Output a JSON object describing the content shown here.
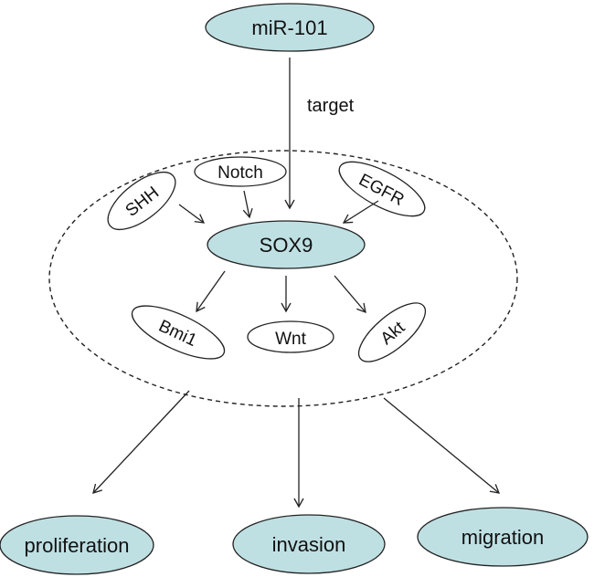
{
  "diagram": {
    "title": "",
    "colors": {
      "node_fill": "#bfe0e3",
      "stroke": "#222222",
      "background": "#ffffff"
    },
    "top_node": {
      "label": "miR-101"
    },
    "target_edge_label": "target",
    "cluster": {
      "style": "dashed",
      "center_node": {
        "label": "SOX9"
      },
      "upstream": [
        {
          "label": "SHH"
        },
        {
          "label": "Notch"
        },
        {
          "label": "EGFR"
        }
      ],
      "downstream": [
        {
          "label": "Bmi1"
        },
        {
          "label": "Wnt"
        },
        {
          "label": "Akt"
        }
      ]
    },
    "outcomes": [
      {
        "label": "proliferation"
      },
      {
        "label": "invasion"
      },
      {
        "label": "migration"
      }
    ],
    "edges": [
      {
        "from": "miR-101",
        "to": "SOX9",
        "label": "target"
      },
      {
        "from": "SHH",
        "to": "SOX9"
      },
      {
        "from": "Notch",
        "to": "SOX9"
      },
      {
        "from": "EGFR",
        "to": "SOX9"
      },
      {
        "from": "SOX9",
        "to": "Bmi1"
      },
      {
        "from": "SOX9",
        "to": "Wnt"
      },
      {
        "from": "SOX9",
        "to": "Akt"
      },
      {
        "from": "cluster",
        "to": "proliferation"
      },
      {
        "from": "cluster",
        "to": "invasion"
      },
      {
        "from": "cluster",
        "to": "migration"
      }
    ]
  }
}
